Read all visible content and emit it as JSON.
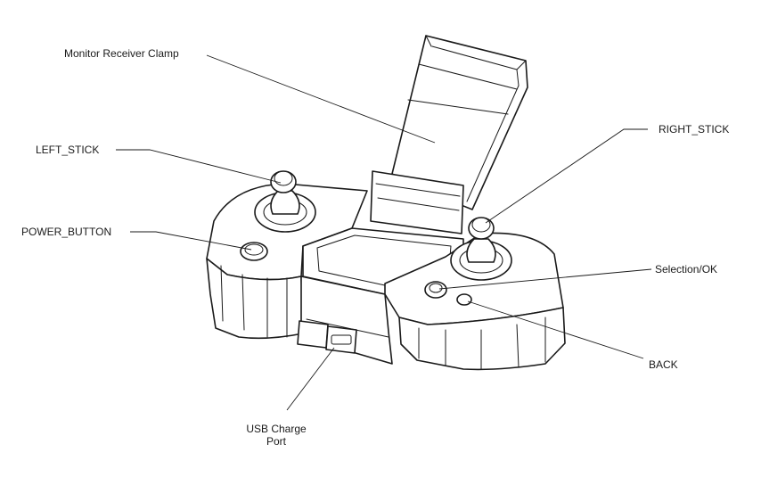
{
  "labels": {
    "monitor_receiver_clamp": "Monitor Receiver Clamp",
    "left_stick": "LEFT_STICK",
    "right_stick": "RIGHT_STICK",
    "power_button": "POWER_BUTTON",
    "selection_ok": "Selection/OK",
    "back": "BACK",
    "usb_charge_port": "USB Charge Port"
  },
  "colors": {
    "line": "#1a1a1a",
    "background": "#ffffff"
  }
}
